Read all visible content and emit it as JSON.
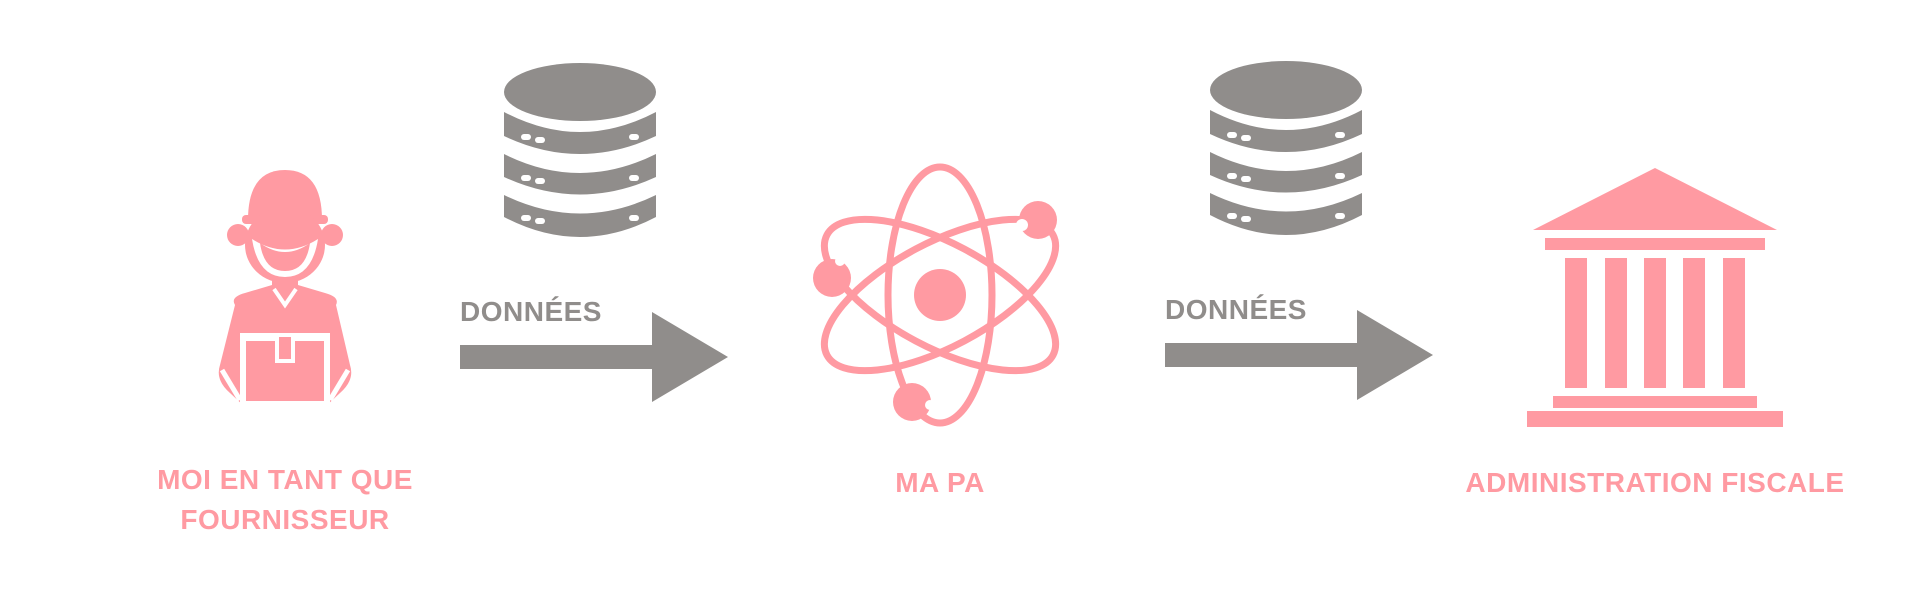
{
  "colors": {
    "accent": "#FF9AA2",
    "neutral": "#908D8B",
    "background": "#FFFFFF"
  },
  "nodes": {
    "supplier": {
      "label_lines": [
        "MOI EN TANT QUE",
        "FOURNISSEUR"
      ],
      "icon": "delivery-person-icon"
    },
    "platform": {
      "label": "MA PA",
      "icon": "atom-icon"
    },
    "administration": {
      "label": "ADMINISTRATION FISCALE",
      "icon": "government-building-icon"
    }
  },
  "edges": [
    {
      "label": "DONNÉES",
      "icon": "database-icon",
      "arrow": "right-arrow"
    },
    {
      "label": "DONNÉES",
      "icon": "database-icon",
      "arrow": "right-arrow"
    }
  ]
}
